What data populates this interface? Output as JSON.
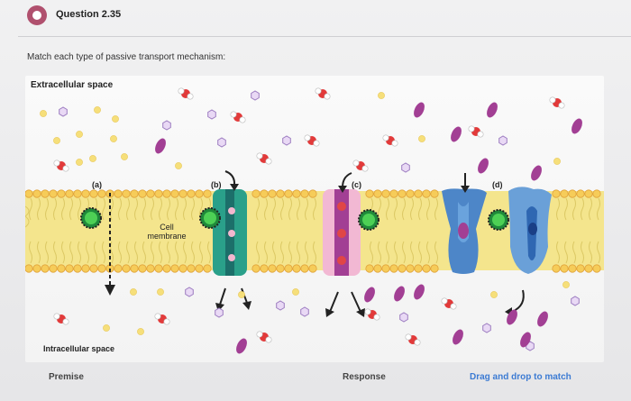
{
  "question": {
    "title": "Question 2.35",
    "prompt": "Match each type of passive transport mechanism:"
  },
  "figure": {
    "extracellular_label": "Extracellular space",
    "intracellular_label": "Intracellular space",
    "membrane_label": "Cell\nmembrane",
    "letters": [
      "(a)",
      "(b)",
      "(c)",
      "(d)"
    ]
  },
  "footer": {
    "premise": "Premise",
    "response": "Response",
    "instruction": "Drag and drop to match"
  },
  "colors": {
    "accent": "#b0506e",
    "link": "#3c7bd3",
    "membrane": "#f4e58d",
    "lipid_head": "#f6cc59",
    "channel_teal": "#2aa08a",
    "channel_purple": "#a23f94",
    "carrier_blue": "#4d86c8"
  }
}
